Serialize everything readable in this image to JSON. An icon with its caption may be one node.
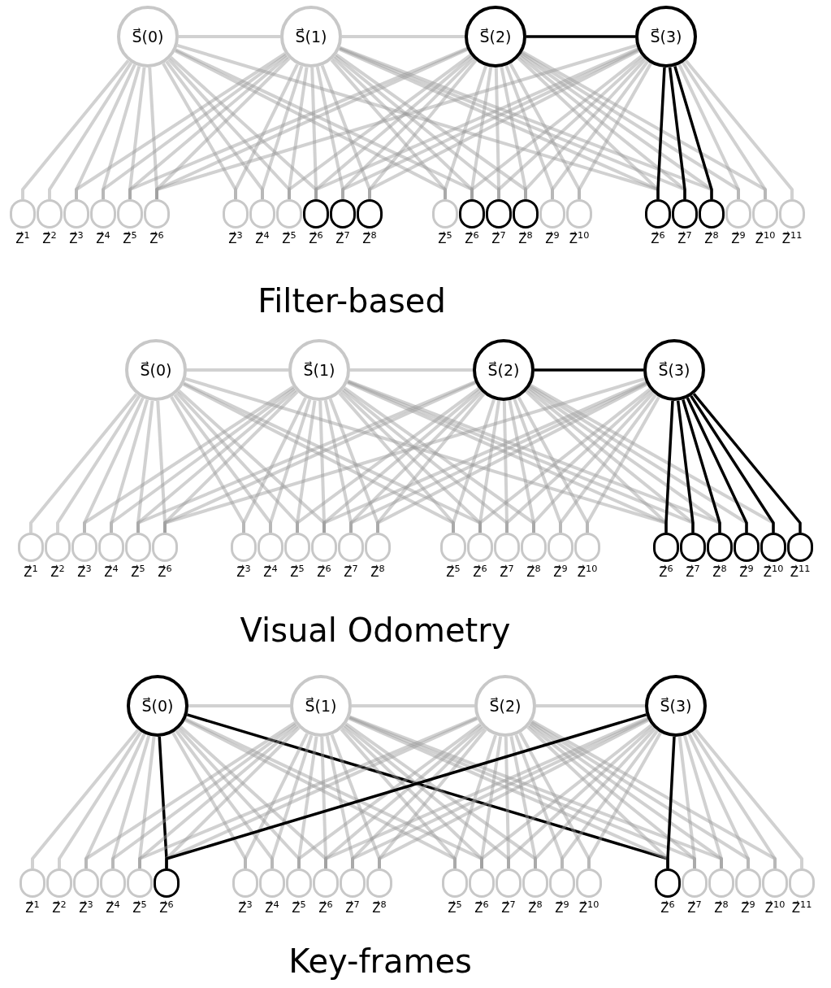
{
  "diagram": {
    "nodes": [
      {
        "text": [
          "S⃗(0)"
        ]
      },
      {
        "text": [
          "S⃗(1)"
        ]
      },
      {
        "text": [
          "S⃗(2)"
        ]
      },
      {
        "text": [
          "S⃗(3)"
        ]
      },
      {
        "text": [],
        "shape": "circle",
        "beside": [
          "Z⃗$^{1}$"
        ]
      },
      {
        "text": [],
        "shape": "circle",
        "beside": [
          "Z⃗$^{2}$"
        ]
      },
      {
        "text": [],
        "shape": "circle",
        "beside": [
          "Z⃗$^{3}$"
        ]
      },
      {
        "text": [],
        "shape": "circle",
        "beside": [
          "Z⃗$^{4}$"
        ]
      },
      {
        "text": [],
        "shape": "circle",
        "beside": [
          "Z⃗$^{5}$"
        ]
      },
      {
        "text": [],
        "shape": "circle",
        "beside": [
          "Z⃗$^{6}$"
        ]
      },
      {
        "text": [],
        "shape": "circle",
        "beside": [
          "Z⃗$^{3}$"
        ]
      },
      {
        "text": [],
        "shape": "circle",
        "beside": [
          "Z⃗$^{4}$"
        ]
      },
      {
        "text": [],
        "shape": "circle",
        "beside": [
          "Z⃗$^{5}$"
        ]
      },
      {
        "text": [],
        "shape": "circle",
        "beside": [
          "Z⃗$^{6}$"
        ]
      },
      {
        "text": [],
        "shape": "circle",
        "beside": [
          "Z⃗$^{7}$"
        ]
      },
      {
        "text": [],
        "shape": "circle",
        "beside": [
          "Z⃗$^{8}$"
        ]
      },
      {
        "text": [],
        "shape": "circle",
        "beside": [
          "Z⃗$^{5}$"
        ]
      },
      {
        "text": [],
        "shape": "circle",
        "beside": [
          "Z⃗$^{6}$"
        ]
      },
      {
        "text": [],
        "shape": "circle",
        "beside": [
          "Z⃗$^{7}$"
        ]
      },
      {
        "text": [],
        "shape": "circle",
        "beside": [
          "Z⃗$^{8}$"
        ]
      },
      {
        "text": [],
        "shape": "circle",
        "beside": [
          "Z⃗$^{9}$"
        ]
      },
      {
        "text": [],
        "shape": "circle",
        "beside": [
          "Z⃗$^{10}$"
        ]
      },
      {
        "text": [],
        "shape": "circle",
        "beside": [
          "Z⃗$^{6}$"
        ]
      },
      {
        "text": [],
        "shape": "circle",
        "beside": [
          "Z⃗$^{7}$"
        ]
      },
      {
        "text": [],
        "shape": "circle",
        "beside": [
          "Z⃗$^{8}$"
        ]
      },
      {
        "text": [],
        "shape": "circle",
        "beside": [
          "Z⃗$^{9}$"
        ]
      },
      {
        "text": [],
        "shape": "circle",
        "beside": [
          "Z⃗$^{10}$"
        ]
      },
      {
        "text": [],
        "shape": "circle",
        "beside": [
          "Z⃗$^{11}$"
        ]
      },
      {
        "text": [
          "S⃗(0)"
        ]
      },
      {
        "text": [
          "S⃗(1)"
        ]
      },
      {
        "text": [
          "S⃗(2)"
        ]
      },
      {
        "text": [
          "S⃗(3)"
        ]
      },
      {
        "text": [],
        "shape": "circle",
        "beside": [
          "Z⃗$^{1}$"
        ]
      },
      {
        "text": [],
        "shape": "circle",
        "beside": [
          "Z⃗$^{2}$"
        ]
      },
      {
        "text": [],
        "shape": "circle",
        "beside": [
          "Z⃗$^{3}$"
        ]
      },
      {
        "text": [],
        "shape": "circle",
        "beside": [
          "Z⃗$^{4}$"
        ]
      },
      {
        "text": [],
        "shape": "circle",
        "beside": [
          "Z⃗$^{5}$"
        ]
      },
      {
        "text": [],
        "shape": "circle",
        "beside": [
          "Z⃗$^{6}$"
        ]
      },
      {
        "text": [],
        "shape": "circle",
        "beside": [
          "Z⃗$^{3}$"
        ]
      },
      {
        "text": [],
        "shape": "circle",
        "beside": [
          "Z⃗$^{4}$"
        ]
      },
      {
        "text": [],
        "shape": "circle",
        "beside": [
          "Z⃗$^{5}$"
        ]
      },
      {
        "text": [],
        "shape": "circle",
        "beside": [
          "Z⃗$^{6}$"
        ]
      },
      {
        "text": [],
        "shape": "circle",
        "beside": [
          "Z⃗$^{7}$"
        ]
      },
      {
        "text": [],
        "shape": "circle",
        "beside": [
          "Z⃗$^{8}$"
        ]
      },
      {
        "text": [],
        "shape": "circle",
        "beside": [
          "Z⃗$^{5}$"
        ]
      },
      {
        "text": [],
        "shape": "circle",
        "beside": [
          "Z⃗$^{6}$"
        ]
      },
      {
        "text": [],
        "shape": "circle",
        "beside": [
          "Z⃗$^{7}$"
        ]
      },
      {
        "text": [],
        "shape": "circle",
        "beside": [
          "Z⃗$^{8}$"
        ]
      },
      {
        "text": [],
        "shape": "circle",
        "beside": [
          "Z⃗$^{9}$"
        ]
      },
      {
        "text": [],
        "shape": "circle",
        "beside": [
          "Z⃗$^{10}$"
        ]
      },
      {
        "text": [],
        "shape": "circle",
        "beside": [
          "Z⃗$^{6}$"
        ]
      },
      {
        "text": [],
        "shape": "circle",
        "beside": [
          "Z⃗$^{7}$"
        ]
      },
      {
        "text": [],
        "shape": "circle",
        "beside": [
          "Z⃗$^{8}$"
        ]
      },
      {
        "text": [],
        "shape": "circle",
        "beside": [
          "Z⃗$^{9}$"
        ]
      },
      {
        "text": [],
        "shape": "circle",
        "beside": [
          "Z⃗$^{10}$"
        ]
      },
      {
        "text": [],
        "shape": "circle",
        "beside": [
          "Z⃗$^{11}$"
        ]
      },
      {
        "text": [
          "S⃗(0)"
        ]
      },
      {
        "text": [
          "S⃗(1)"
        ]
      },
      {
        "text": [
          "S⃗(2)"
        ]
      },
      {
        "text": [
          "S⃗(3)"
        ]
      },
      {
        "text": [],
        "shape": "circle",
        "beside": [
          "Z⃗$^{1}$"
        ]
      },
      {
        "text": [],
        "shape": "circle",
        "beside": [
          "Z⃗$^{2}$"
        ]
      },
      {
        "text": [],
        "shape": "circle",
        "beside": [
          "Z⃗$^{3}$"
        ]
      },
      {
        "text": [],
        "shape": "circle",
        "beside": [
          "Z⃗$^{4}$"
        ]
      },
      {
        "text": [],
        "shape": "circle",
        "beside": [
          "Z⃗$^{5}$"
        ]
      },
      {
        "text": [],
        "shape": "circle",
        "beside": [
          "Z⃗$^{6}$"
        ]
      },
      {
        "text": [],
        "shape": "circle",
        "beside": [
          "Z⃗$^{3}$"
        ]
      },
      {
        "text": [],
        "shape": "circle",
        "beside": [
          "Z⃗$^{4}$"
        ]
      },
      {
        "text": [],
        "shape": "circle",
        "beside": [
          "Z⃗$^{5}$"
        ]
      },
      {
        "text": [],
        "shape": "circle",
        "beside": [
          "Z⃗$^{6}$"
        ]
      },
      {
        "text": [],
        "shape": "circle",
        "beside": [
          "Z⃗$^{7}$"
        ]
      },
      {
        "text": [],
        "shape": "circle",
        "beside": [
          "Z⃗$^{8}$"
        ]
      },
      {
        "text": [],
        "shape": "circle",
        "beside": [
          "Z⃗$^{5}$"
        ]
      },
      {
        "text": [],
        "shape": "circle",
        "beside": [
          "Z⃗$^{6}$"
        ]
      },
      {
        "text": [],
        "shape": "circle",
        "beside": [
          "Z⃗$^{7}$"
        ]
      },
      {
        "text": [],
        "shape": "circle",
        "beside": [
          "Z⃗$^{8}$"
        ]
      },
      {
        "text": [],
        "shape": "circle",
        "beside": [
          "Z⃗$^{9}$"
        ]
      },
      {
        "text": [],
        "shape": "circle",
        "beside": [
          "Z⃗$^{10}$"
        ]
      },
      {
        "text": [],
        "shape": "circle",
        "beside": [
          "Z⃗$^{6}$"
        ]
      },
      {
        "text": [],
        "shape": "circle",
        "beside": [
          "Z⃗$^{7}$"
        ]
      },
      {
        "text": [],
        "shape": "circle",
        "beside": [
          "Z⃗$^{8}$"
        ]
      },
      {
        "text": [],
        "shape": "circle",
        "beside": [
          "Z⃗$^{9}$"
        ]
      },
      {
        "text": [],
        "shape": "circle",
        "beside": [
          "Z⃗$^{10}$"
        ]
      },
      {
        "text": [],
        "shape": "circle",
        "beside": [
          "Z⃗$^{11}$"
        ]
      }
    ],
    "edges": [
      {
        "from": 0,
        "to": 1,
        "arrow": "none"
      },
      {
        "from": 1,
        "to": 2,
        "arrow": "none"
      },
      {
        "from": 2,
        "to": 3,
        "arrow": "none",
        "color": "#000000"
      },
      {
        "from": 0,
        "to": 4,
        "arrow": "none"
      },
      {
        "from": 0,
        "to": 5,
        "arrow": "none"
      },
      {
        "from": 0,
        "to": 6,
        "arrow": "none"
      },
      {
        "from": 0,
        "to": 7,
        "arrow": "none"
      },
      {
        "from": 0,
        "to": 8,
        "arrow": "none"
      },
      {
        "from": 0,
        "to": 9,
        "arrow": "none"
      },
      {
        "from": 0,
        "to": 10,
        "arrow": "none"
      },
      {
        "from": 0,
        "to": 11,
        "arrow": "none"
      },
      {
        "from": 0,
        "to": 12,
        "arrow": "none"
      },
      {
        "from": 0,
        "to": 13,
        "arrow": "none"
      },
      {
        "from": 0,
        "to": 16,
        "arrow": "none"
      },
      {
        "from": 0,
        "to": 17,
        "arrow": "none"
      },
      {
        "from": 0,
        "to": 22,
        "arrow": "none"
      },
      {
        "from": 1,
        "to": 6,
        "arrow": "none"
      },
      {
        "from": 1,
        "to": 7,
        "arrow": "none"
      },
      {
        "from": 1,
        "to": 8,
        "arrow": "none"
      },
      {
        "from": 1,
        "to": 9,
        "arrow": "none"
      },
      {
        "from": 1,
        "to": 10,
        "arrow": "none"
      },
      {
        "from": 1,
        "to": 11,
        "arrow": "none"
      },
      {
        "from": 1,
        "to": 12,
        "arrow": "none"
      },
      {
        "from": 1,
        "to": 13,
        "arrow": "none"
      },
      {
        "from": 1,
        "to": 14,
        "arrow": "none"
      },
      {
        "from": 1,
        "to": 15,
        "arrow": "none"
      },
      {
        "from": 1,
        "to": 16,
        "arrow": "none"
      },
      {
        "from": 1,
        "to": 17,
        "arrow": "none"
      },
      {
        "from": 1,
        "to": 18,
        "arrow": "none"
      },
      {
        "from": 1,
        "to": 19,
        "arrow": "none"
      },
      {
        "from": 1,
        "to": 22,
        "arrow": "none"
      },
      {
        "from": 1,
        "to": 23,
        "arrow": "none"
      },
      {
        "from": 1,
        "to": 24,
        "arrow": "none"
      },
      {
        "from": 2,
        "to": 8,
        "arrow": "none"
      },
      {
        "from": 2,
        "to": 9,
        "arrow": "none"
      },
      {
        "from": 2,
        "to": 12,
        "arrow": "none"
      },
      {
        "from": 2,
        "to": 13,
        "arrow": "none"
      },
      {
        "from": 2,
        "to": 14,
        "arrow": "none"
      },
      {
        "from": 2,
        "to": 15,
        "arrow": "none"
      },
      {
        "from": 2,
        "to": 16,
        "arrow": "none"
      },
      {
        "from": 2,
        "to": 17,
        "arrow": "none"
      },
      {
        "from": 2,
        "to": 18,
        "arrow": "none"
      },
      {
        "from": 2,
        "to": 19,
        "arrow": "none"
      },
      {
        "from": 2,
        "to": 20,
        "arrow": "none"
      },
      {
        "from": 2,
        "to": 21,
        "arrow": "none"
      },
      {
        "from": 2,
        "to": 22,
        "arrow": "none"
      },
      {
        "from": 2,
        "to": 23,
        "arrow": "none"
      },
      {
        "from": 2,
        "to": 24,
        "arrow": "none"
      },
      {
        "from": 2,
        "to": 25,
        "arrow": "none"
      },
      {
        "from": 2,
        "to": 26,
        "arrow": "none"
      },
      {
        "from": 3,
        "to": 9,
        "arrow": "none"
      },
      {
        "from": 3,
        "to": 13,
        "arrow": "none"
      },
      {
        "from": 3,
        "to": 14,
        "arrow": "none"
      },
      {
        "from": 3,
        "to": 15,
        "arrow": "none"
      },
      {
        "from": 3,
        "to": 17,
        "arrow": "none"
      },
      {
        "from": 3,
        "to": 18,
        "arrow": "none"
      },
      {
        "from": 3,
        "to": 19,
        "arrow": "none"
      },
      {
        "from": 3,
        "to": 20,
        "arrow": "none"
      },
      {
        "from": 3,
        "to": 21,
        "arrow": "none"
      },
      {
        "from": 3,
        "to": 22,
        "arrow": "none",
        "color": "#000000"
      },
      {
        "from": 3,
        "to": 23,
        "arrow": "none",
        "color": "#000000"
      },
      {
        "from": 3,
        "to": 24,
        "arrow": "none",
        "color": "#000000"
      },
      {
        "from": 3,
        "to": 25,
        "arrow": "none"
      },
      {
        "from": 3,
        "to": 26,
        "arrow": "none"
      },
      {
        "from": 3,
        "to": 27,
        "arrow": "none"
      },
      {
        "from": 28,
        "to": 29,
        "arrow": "none"
      },
      {
        "from": 29,
        "to": 30,
        "arrow": "none"
      },
      {
        "from": 30,
        "to": 31,
        "arrow": "none",
        "color": "#000000"
      },
      {
        "from": 28,
        "to": 32,
        "arrow": "none"
      },
      {
        "from": 28,
        "to": 33,
        "arrow": "none"
      },
      {
        "from": 28,
        "to": 34,
        "arrow": "none"
      },
      {
        "from": 28,
        "to": 35,
        "arrow": "none"
      },
      {
        "from": 28,
        "to": 36,
        "arrow": "none"
      },
      {
        "from": 28,
        "to": 37,
        "arrow": "none"
      },
      {
        "from": 28,
        "to": 38,
        "arrow": "none"
      },
      {
        "from": 28,
        "to": 39,
        "arrow": "none"
      },
      {
        "from": 28,
        "to": 40,
        "arrow": "none"
      },
      {
        "from": 28,
        "to": 41,
        "arrow": "none"
      },
      {
        "from": 28,
        "to": 44,
        "arrow": "none"
      },
      {
        "from": 28,
        "to": 45,
        "arrow": "none"
      },
      {
        "from": 28,
        "to": 50,
        "arrow": "none"
      },
      {
        "from": 29,
        "to": 34,
        "arrow": "none"
      },
      {
        "from": 29,
        "to": 35,
        "arrow": "none"
      },
      {
        "from": 29,
        "to": 36,
        "arrow": "none"
      },
      {
        "from": 29,
        "to": 37,
        "arrow": "none"
      },
      {
        "from": 29,
        "to": 38,
        "arrow": "none"
      },
      {
        "from": 29,
        "to": 39,
        "arrow": "none"
      },
      {
        "from": 29,
        "to": 40,
        "arrow": "none"
      },
      {
        "from": 29,
        "to": 41,
        "arrow": "none"
      },
      {
        "from": 29,
        "to": 42,
        "arrow": "none"
      },
      {
        "from": 29,
        "to": 43,
        "arrow": "none"
      },
      {
        "from": 29,
        "to": 44,
        "arrow": "none"
      },
      {
        "from": 29,
        "to": 45,
        "arrow": "none"
      },
      {
        "from": 29,
        "to": 46,
        "arrow": "none"
      },
      {
        "from": 29,
        "to": 47,
        "arrow": "none"
      },
      {
        "from": 29,
        "to": 50,
        "arrow": "none"
      },
      {
        "from": 29,
        "to": 51,
        "arrow": "none"
      },
      {
        "from": 29,
        "to": 52,
        "arrow": "none"
      },
      {
        "from": 30,
        "to": 36,
        "arrow": "none"
      },
      {
        "from": 30,
        "to": 37,
        "arrow": "none"
      },
      {
        "from": 30,
        "to": 40,
        "arrow": "none"
      },
      {
        "from": 30,
        "to": 41,
        "arrow": "none"
      },
      {
        "from": 30,
        "to": 42,
        "arrow": "none"
      },
      {
        "from": 30,
        "to": 43,
        "arrow": "none"
      },
      {
        "from": 30,
        "to": 44,
        "arrow": "none"
      },
      {
        "from": 30,
        "to": 45,
        "arrow": "none"
      },
      {
        "from": 30,
        "to": 46,
        "arrow": "none"
      },
      {
        "from": 30,
        "to": 47,
        "arrow": "none"
      },
      {
        "from": 30,
        "to": 48,
        "arrow": "none"
      },
      {
        "from": 30,
        "to": 49,
        "arrow": "none"
      },
      {
        "from": 30,
        "to": 50,
        "arrow": "none"
      },
      {
        "from": 30,
        "to": 51,
        "arrow": "none"
      },
      {
        "from": 30,
        "to": 52,
        "arrow": "none"
      },
      {
        "from": 30,
        "to": 53,
        "arrow": "none"
      },
      {
        "from": 30,
        "to": 54,
        "arrow": "none"
      },
      {
        "from": 31,
        "to": 37,
        "arrow": "none"
      },
      {
        "from": 31,
        "to": 41,
        "arrow": "none"
      },
      {
        "from": 31,
        "to": 42,
        "arrow": "none"
      },
      {
        "from": 31,
        "to": 43,
        "arrow": "none"
      },
      {
        "from": 31,
        "to": 45,
        "arrow": "none"
      },
      {
        "from": 31,
        "to": 46,
        "arrow": "none"
      },
      {
        "from": 31,
        "to": 47,
        "arrow": "none"
      },
      {
        "from": 31,
        "to": 48,
        "arrow": "none"
      },
      {
        "from": 31,
        "to": 49,
        "arrow": "none"
      },
      {
        "from": 31,
        "to": 50,
        "arrow": "none",
        "color": "#000000"
      },
      {
        "from": 31,
        "to": 51,
        "arrow": "none",
        "color": "#000000"
      },
      {
        "from": 31,
        "to": 52,
        "arrow": "none",
        "color": "#000000"
      },
      {
        "from": 31,
        "to": 53,
        "arrow": "none",
        "color": "#000000"
      },
      {
        "from": 31,
        "to": 54,
        "arrow": "none",
        "color": "#000000"
      },
      {
        "from": 31,
        "to": 55,
        "arrow": "none",
        "color": "#000000"
      },
      {
        "from": 56,
        "to": 57,
        "arrow": "none"
      },
      {
        "from": 57,
        "to": 58,
        "arrow": "none"
      },
      {
        "from": 58,
        "to": 59,
        "arrow": "none"
      },
      {
        "from": 56,
        "to": 60,
        "arrow": "none"
      },
      {
        "from": 56,
        "to": 61,
        "arrow": "none"
      },
      {
        "from": 56,
        "to": 62,
        "arrow": "none"
      },
      {
        "from": 56,
        "to": 63,
        "arrow": "none"
      },
      {
        "from": 56,
        "to": 64,
        "arrow": "none"
      },
      {
        "from": 56,
        "to": 65,
        "arrow": "none",
        "color": "#000000"
      },
      {
        "from": 56,
        "to": 66,
        "arrow": "none"
      },
      {
        "from": 56,
        "to": 67,
        "arrow": "none"
      },
      {
        "from": 56,
        "to": 68,
        "arrow": "none"
      },
      {
        "from": 56,
        "to": 69,
        "arrow": "none"
      },
      {
        "from": 56,
        "to": 72,
        "arrow": "none"
      },
      {
        "from": 56,
        "to": 73,
        "arrow": "none"
      },
      {
        "from": 56,
        "to": 78,
        "arrow": "none",
        "color": "#000000"
      },
      {
        "from": 57,
        "to": 62,
        "arrow": "none"
      },
      {
        "from": 57,
        "to": 63,
        "arrow": "none"
      },
      {
        "from": 57,
        "to": 64,
        "arrow": "none"
      },
      {
        "from": 57,
        "to": 65,
        "arrow": "none"
      },
      {
        "from": 57,
        "to": 66,
        "arrow": "none"
      },
      {
        "from": 57,
        "to": 67,
        "arrow": "none"
      },
      {
        "from": 57,
        "to": 68,
        "arrow": "none"
      },
      {
        "from": 57,
        "to": 69,
        "arrow": "none"
      },
      {
        "from": 57,
        "to": 70,
        "arrow": "none"
      },
      {
        "from": 57,
        "to": 71,
        "arrow": "none"
      },
      {
        "from": 57,
        "to": 72,
        "arrow": "none"
      },
      {
        "from": 57,
        "to": 73,
        "arrow": "none"
      },
      {
        "from": 57,
        "to": 74,
        "arrow": "none"
      },
      {
        "from": 57,
        "to": 75,
        "arrow": "none"
      },
      {
        "from": 57,
        "to": 78,
        "arrow": "none"
      },
      {
        "from": 57,
        "to": 79,
        "arrow": "none"
      },
      {
        "from": 57,
        "to": 80,
        "arrow": "none"
      },
      {
        "from": 58,
        "to": 64,
        "arrow": "none"
      },
      {
        "from": 58,
        "to": 65,
        "arrow": "none"
      },
      {
        "from": 58,
        "to": 68,
        "arrow": "none"
      },
      {
        "from": 58,
        "to": 69,
        "arrow": "none"
      },
      {
        "from": 58,
        "to": 70,
        "arrow": "none"
      },
      {
        "from": 58,
        "to": 71,
        "arrow": "none"
      },
      {
        "from": 58,
        "to": 72,
        "arrow": "none"
      },
      {
        "from": 58,
        "to": 73,
        "arrow": "none"
      },
      {
        "from": 58,
        "to": 74,
        "arrow": "none"
      },
      {
        "from": 58,
        "to": 75,
        "arrow": "none"
      },
      {
        "from": 58,
        "to": 76,
        "arrow": "none"
      },
      {
        "from": 58,
        "to": 77,
        "arrow": "none"
      },
      {
        "from": 58,
        "to": 78,
        "arrow": "none"
      },
      {
        "from": 58,
        "to": 79,
        "arrow": "none"
      },
      {
        "from": 58,
        "to": 80,
        "arrow": "none"
      },
      {
        "from": 58,
        "to": 81,
        "arrow": "none"
      },
      {
        "from": 58,
        "to": 82,
        "arrow": "none"
      },
      {
        "from": 59,
        "to": 65,
        "arrow": "none",
        "color": "#000000"
      },
      {
        "from": 59,
        "to": 69,
        "arrow": "none"
      },
      {
        "from": 59,
        "to": 70,
        "arrow": "none"
      },
      {
        "from": 59,
        "to": 71,
        "arrow": "none"
      },
      {
        "from": 59,
        "to": 73,
        "arrow": "none"
      },
      {
        "from": 59,
        "to": 74,
        "arrow": "none"
      },
      {
        "from": 59,
        "to": 75,
        "arrow": "none"
      },
      {
        "from": 59,
        "to": 76,
        "arrow": "none"
      },
      {
        "from": 59,
        "to": 77,
        "arrow": "none"
      },
      {
        "from": 59,
        "to": 78,
        "arrow": "none",
        "color": "#000000"
      },
      {
        "from": 59,
        "to": 79,
        "arrow": "none"
      },
      {
        "from": 59,
        "to": 80,
        "arrow": "none"
      },
      {
        "from": 59,
        "to": 81,
        "arrow": "none"
      },
      {
        "from": 59,
        "to": 82,
        "arrow": "none"
      },
      {
        "from": 59,
        "to": 83,
        "arrow": "none"
      }
    ],
    "labels": [
      "Filter-based",
      "Visual Odometry",
      "Key-frames"
    ]
  }
}
